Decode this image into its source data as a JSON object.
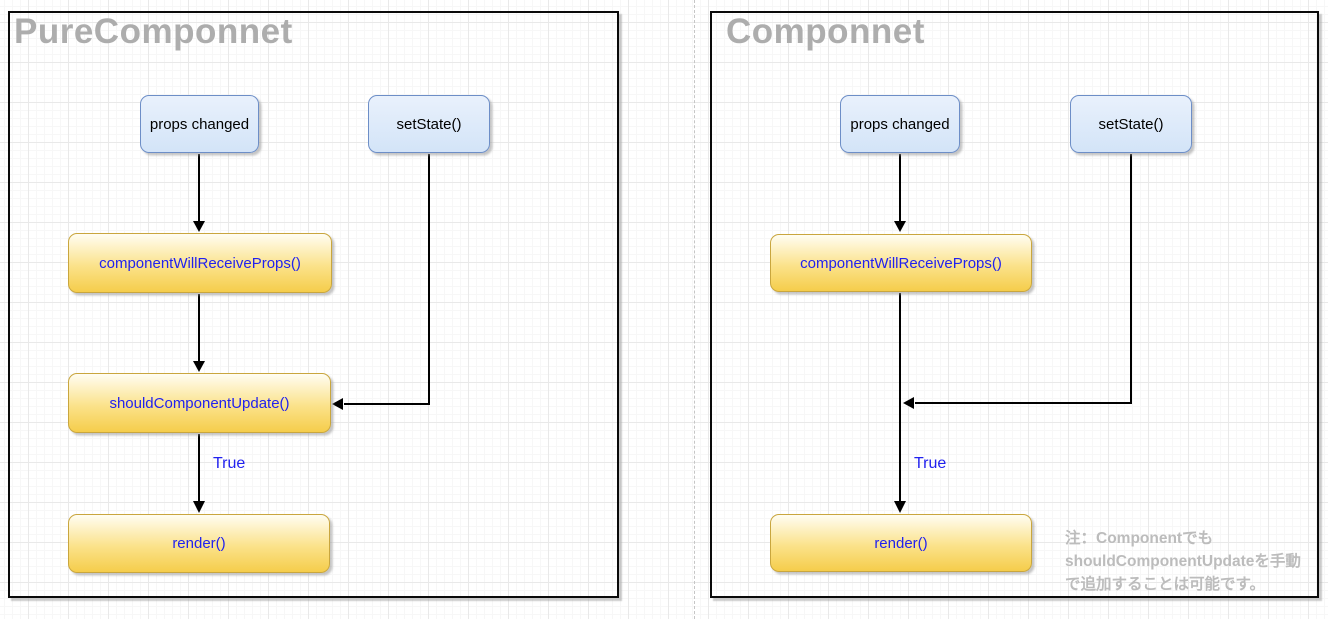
{
  "left_panel": {
    "title": "PureComponnet",
    "nodes": {
      "props_changed": "props changed",
      "set_state": "setState()",
      "component_will_receive_props": "componentWillReceiveProps()",
      "should_component_update": "shouldComponentUpdate()",
      "render": "render()"
    },
    "edge_labels": {
      "true": "True"
    }
  },
  "right_panel": {
    "title": "Componnet",
    "nodes": {
      "props_changed": "props changed",
      "set_state": "setState()",
      "component_will_receive_props": "componentWillReceiveProps()",
      "render": "render()"
    },
    "edge_labels": {
      "true": "True"
    },
    "note": {
      "line1": "注：Componentでも",
      "line2": "shouldComponentUpdateを手動",
      "line3": "で追加することは可能です。"
    }
  },
  "colors": {
    "node_blue_fill": "#dae8fc",
    "node_blue_border": "#6d8ec7",
    "node_yellow_fill_top": "#fffdf2",
    "node_yellow_fill_bottom": "#f5cd4b",
    "node_yellow_border": "#c9a63e",
    "node_text_blue": "#2121ef",
    "panel_border": "#000000",
    "title_gray": "#adadad",
    "note_gray": "#bcbcbc",
    "arrow": "#000000"
  }
}
